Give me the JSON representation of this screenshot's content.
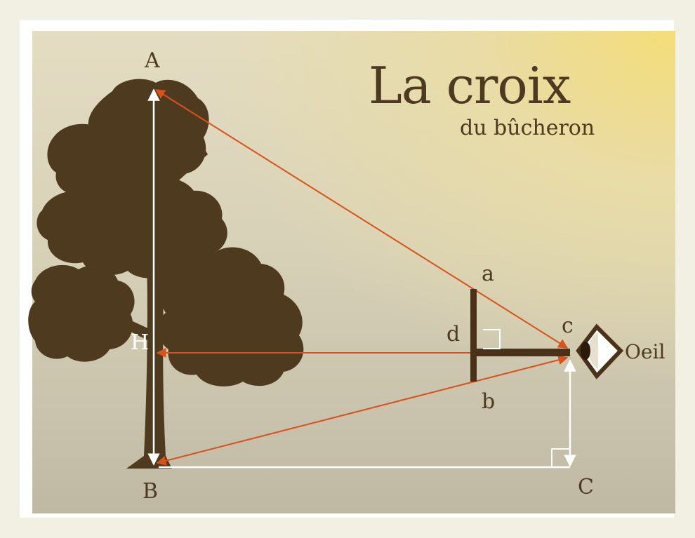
{
  "title": "La croix",
  "subtitle": "du bûcheron",
  "labels": {
    "A": "A",
    "B": "B",
    "C": "C",
    "H": "H",
    "a": "a",
    "b": "b",
    "c": "c",
    "d": "d",
    "eye": "Oeil"
  },
  "colors": {
    "tree": "#4e3a1f",
    "sight_lines": "#d8531c",
    "measure_lines": "#ffffff",
    "cross": "#4a3119",
    "text": "#4e3a20"
  }
}
